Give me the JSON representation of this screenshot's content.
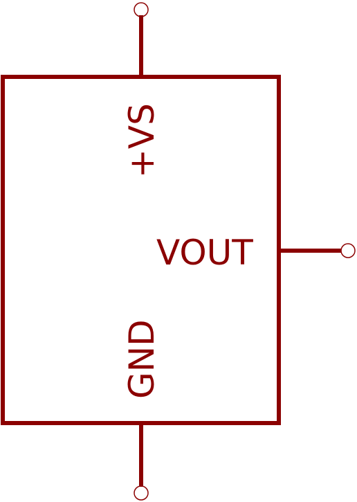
{
  "colors": {
    "wire": "#8b0000",
    "background": "#ffffff"
  },
  "component": {
    "pins": [
      {
        "name": "+VS"
      },
      {
        "name": "VOUT"
      },
      {
        "name": "GND"
      }
    ]
  }
}
